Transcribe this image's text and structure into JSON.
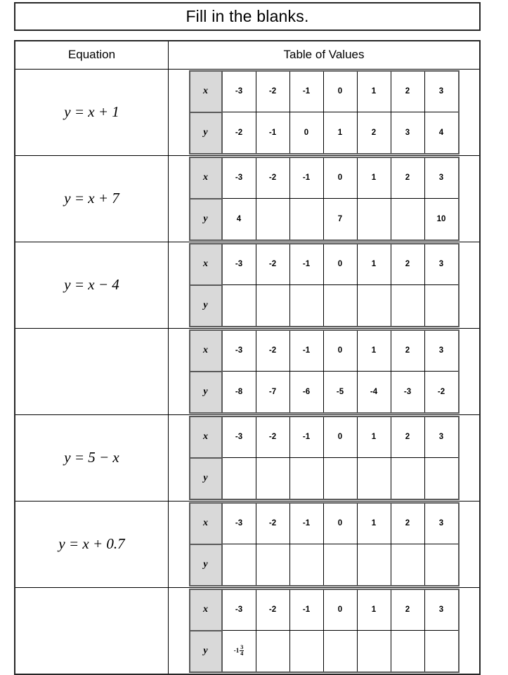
{
  "title": "Fill in the blanks.",
  "columns": {
    "equation": "Equation",
    "values": "Table of Values"
  },
  "row_labels": {
    "x": "x",
    "y": "y"
  },
  "colors": {
    "label_cell_bg": "#d9d9d9",
    "inner_frame": "#595959",
    "line": "#000000"
  },
  "x_values": [
    "-3",
    "-2",
    "-1",
    "0",
    "1",
    "2",
    "3"
  ],
  "rows": [
    {
      "equation": "y = x + 1",
      "y": [
        "-2",
        "-1",
        "0",
        "1",
        "2",
        "3",
        "4"
      ]
    },
    {
      "equation": "y = x + 7",
      "y": [
        "4",
        "",
        "",
        "7",
        "",
        "",
        "10"
      ]
    },
    {
      "equation": "y = x − 4",
      "y": [
        "",
        "",
        "",
        "",
        "",
        "",
        ""
      ]
    },
    {
      "equation": "",
      "y": [
        "-8",
        "-7",
        "-6",
        "-5",
        "-4",
        "-3",
        "-2"
      ]
    },
    {
      "equation": "y = 5 − x",
      "y": [
        "",
        "",
        "",
        "",
        "",
        "",
        ""
      ]
    },
    {
      "equation": "y = x + 0.7",
      "y": [
        "",
        "",
        "",
        "",
        "",
        "",
        ""
      ]
    },
    {
      "equation": "",
      "y": [
        {
          "whole": "-1",
          "num": "3",
          "den": "4"
        },
        "",
        "",
        "",
        "",
        "",
        ""
      ]
    }
  ]
}
